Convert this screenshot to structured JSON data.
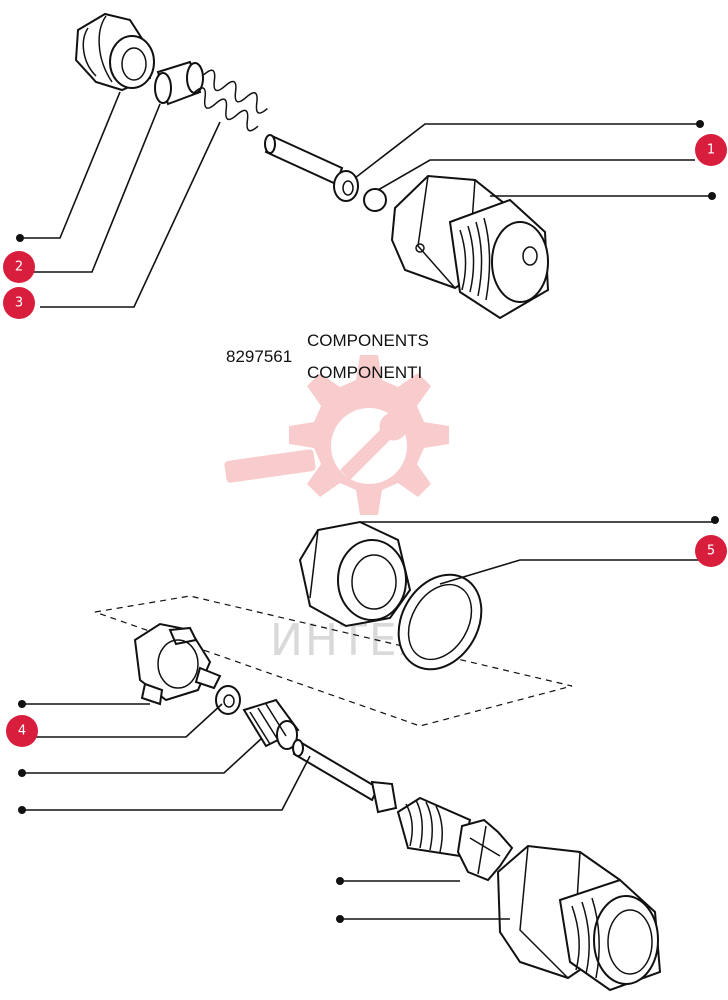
{
  "header": {
    "code": "8297561",
    "title_en": "COMPONENTS",
    "title_it": "COMPONENTI"
  },
  "watermark": {
    "text": "ИНТЕХ",
    "color": "#f4a3a3"
  },
  "badge_color": "#d81e3c",
  "callouts": {
    "c1": "1",
    "c2": "2",
    "c3": "3",
    "c4": "4",
    "c5": "5"
  }
}
